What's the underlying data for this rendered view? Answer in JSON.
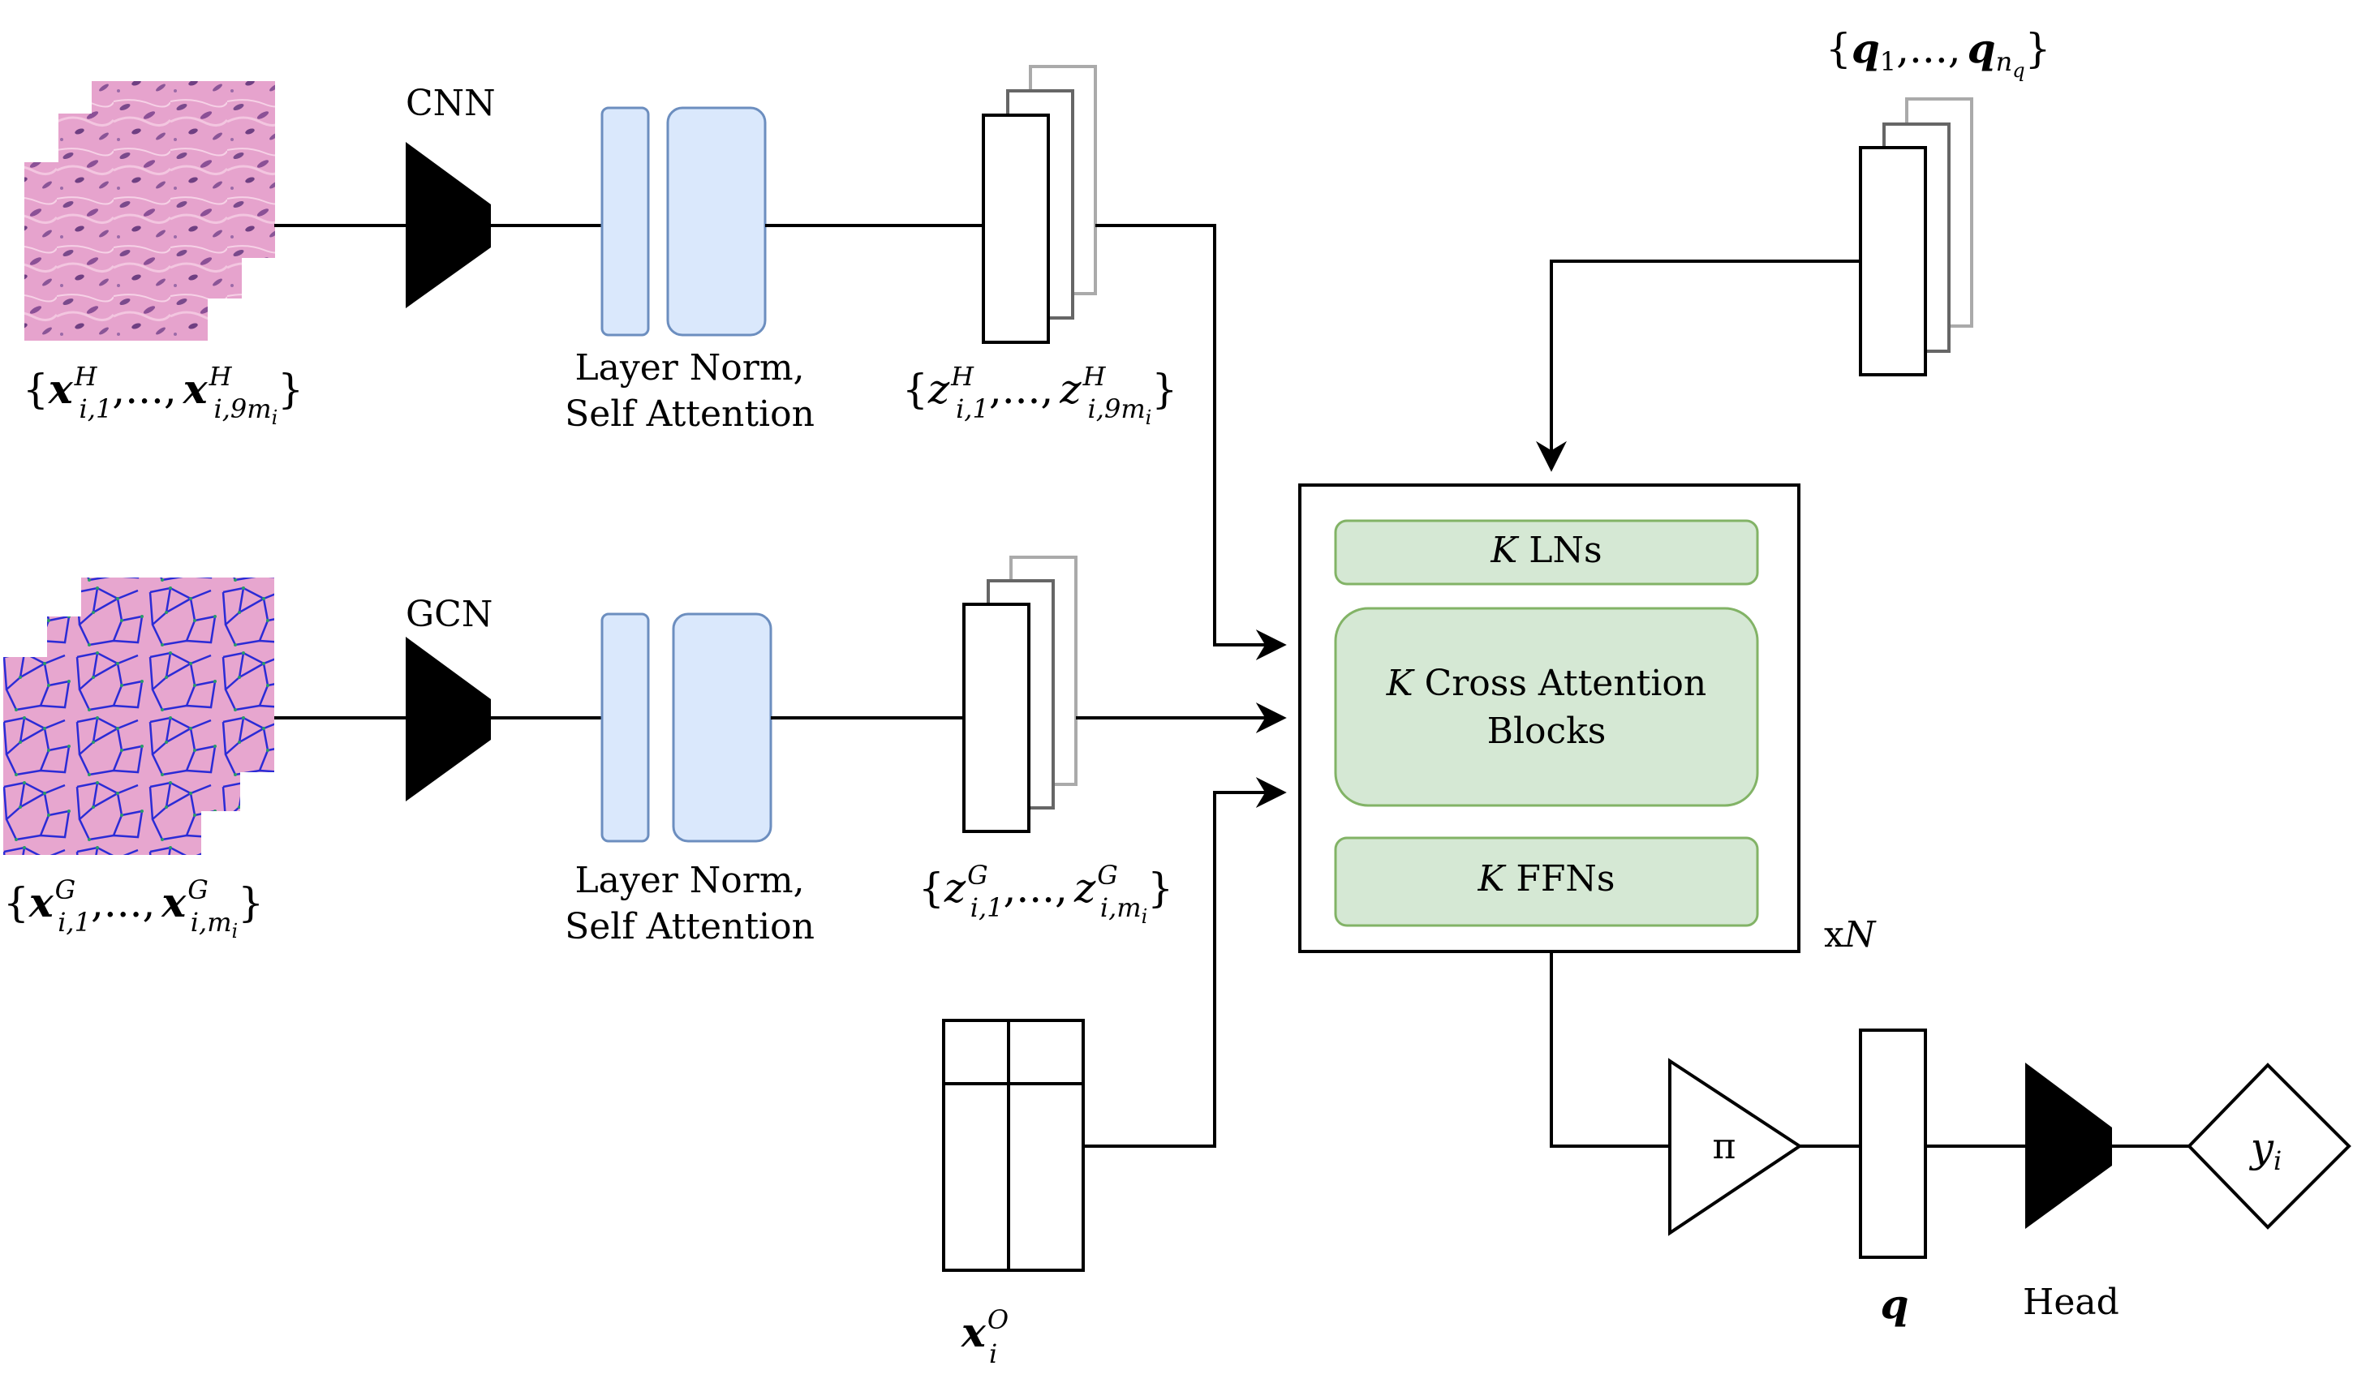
{
  "colors": {
    "attn_fill": "#dae8fc",
    "attn_stroke": "#6c8ebf",
    "block_fill": "#d5e8d4",
    "block_stroke": "#82b366",
    "he_tissue": "#e8a6cf",
    "graph_edges": "#2b2bd6",
    "graph_nodes": "#2a9a6a"
  },
  "labels": {
    "cnn": "CNN",
    "gcn": "GCN",
    "layernorm_line1": "Layer Norm,",
    "layernorm_line2": "Self Attention",
    "head": "Head",
    "repeat": "xN",
    "repeat_x": "x",
    "repeat_n": "N",
    "k_lns": "K LNs",
    "k_cross_line1": "K Cross Attention",
    "k_cross_line2": "Blocks",
    "k_ffns": "K FFNs",
    "k_symbol": "K",
    "lns_text": " LNs",
    "cross_text1": " Cross Attention",
    "cross_text2": "Blocks",
    "ffns_text": " FFNs",
    "pi": "π",
    "q": "q",
    "y_i": "yi",
    "x_o": "x_i^O",
    "x_h_set": "{x^H_{i,1},..., x^H_{i,9m_i}}",
    "x_g_set": "{x^G_{i,1},..., x^G_{i,m_i}}",
    "z_h_set": "{z^H_{i,1},..., z^H_{i,9m_i}}",
    "z_g_set": "{z^G_{i,1},..., z^G_{i,m_i}}",
    "q_set": "{q_1,..., q_{n_q}}"
  },
  "math_parts": {
    "brace_open": "{",
    "brace_close": "}",
    "ellipsis": ",...,",
    "comma": ",",
    "x": "x",
    "z": "z",
    "q": "q",
    "y": "y",
    "H": "H",
    "G": "G",
    "O": "O",
    "i": "i",
    "i1": "i,1",
    "i9": "i,9m",
    "im": "i,m",
    "one": "1",
    "n": "n",
    "sub_i": "i",
    "sub_q": "q"
  }
}
